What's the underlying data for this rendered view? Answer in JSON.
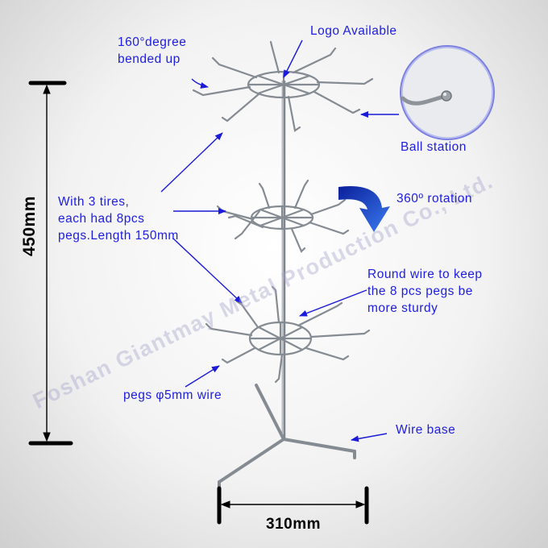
{
  "labels": {
    "logo": "Logo Available",
    "bend_line1": "160°degree",
    "bend_line2": "bended up",
    "ball": "Ball station",
    "rotation": "360º rotation",
    "tiers_line1": "With 3 tires,",
    "tiers_line2": "each had 8pcs",
    "tiers_line3": "pegs.Length 150mm",
    "round_line1": "Round wire to keep",
    "round_line2": "the 8 pcs pegs be",
    "round_line3": "more sturdy",
    "pegs": "pegs φ5mm wire",
    "base": "Wire base"
  },
  "dimensions": {
    "height": "450mm",
    "width": "310mm"
  },
  "watermark": "Foshan Giantmay Metal Production Co., Ltd.",
  "colors": {
    "label": "#1d1de0",
    "arrow": "#1a1ad8",
    "wire": "#8a8f96",
    "dimension": "#000000",
    "rotation_arrow": "#1f4fd0"
  }
}
